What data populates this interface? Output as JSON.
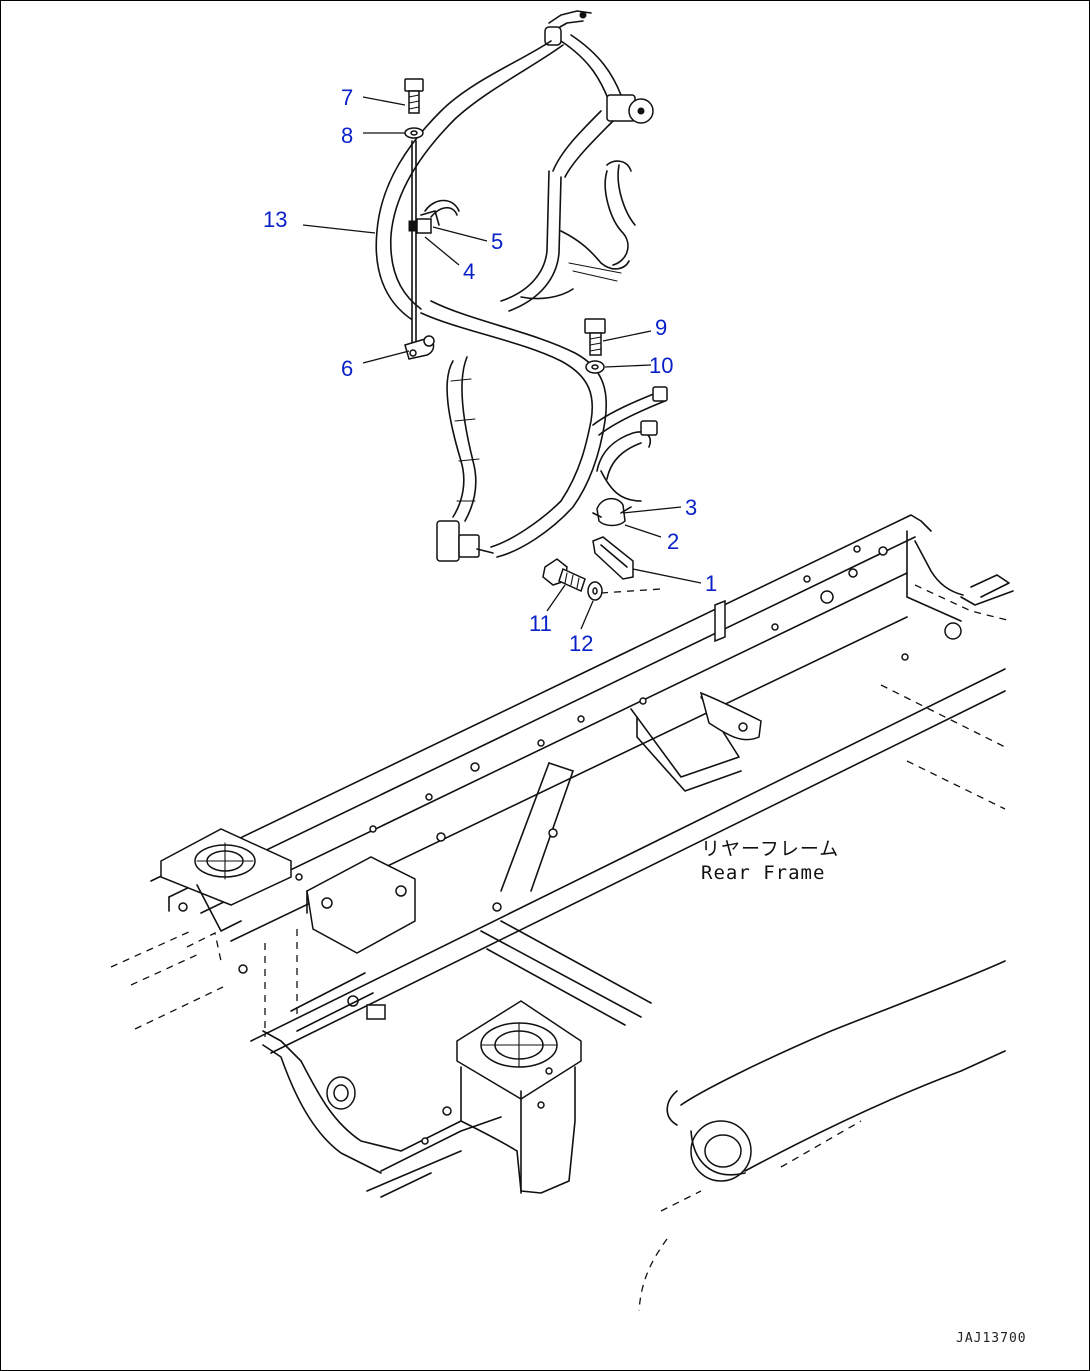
{
  "callouts": [
    {
      "number": "1"
    },
    {
      "number": "2"
    },
    {
      "number": "3"
    },
    {
      "number": "4"
    },
    {
      "number": "5"
    },
    {
      "number": "6"
    },
    {
      "number": "7"
    },
    {
      "number": "8"
    },
    {
      "number": "9"
    },
    {
      "number": "10"
    },
    {
      "number": "11"
    },
    {
      "number": "12"
    },
    {
      "number": "13"
    }
  ],
  "frame_label": {
    "japanese": "リヤーフレーム",
    "english": "Rear Frame"
  },
  "drawing_code": "JAJ13700",
  "colors": {
    "callout_text": "#0a21c8",
    "line_art": "#111111",
    "background": "#ffffff"
  }
}
